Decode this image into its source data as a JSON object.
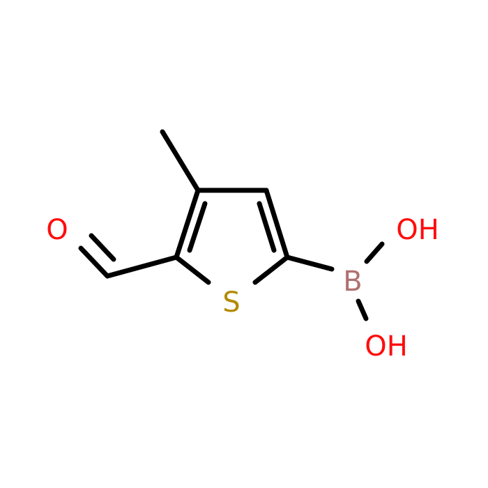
{
  "molecule": {
    "atoms": [
      {
        "id": "O_ald",
        "symbol": "O",
        "color": "#ff0d0d"
      },
      {
        "id": "S",
        "symbol": "S",
        "color": "#b28a00"
      },
      {
        "id": "B",
        "symbol": "B",
        "color": "#b07070"
      },
      {
        "id": "OH1",
        "symbol": "OH",
        "color": "#ff0d0d"
      },
      {
        "id": "OH2",
        "symbol": "OH",
        "color": "#ff0d0d"
      }
    ],
    "bond_color": "#000000"
  }
}
